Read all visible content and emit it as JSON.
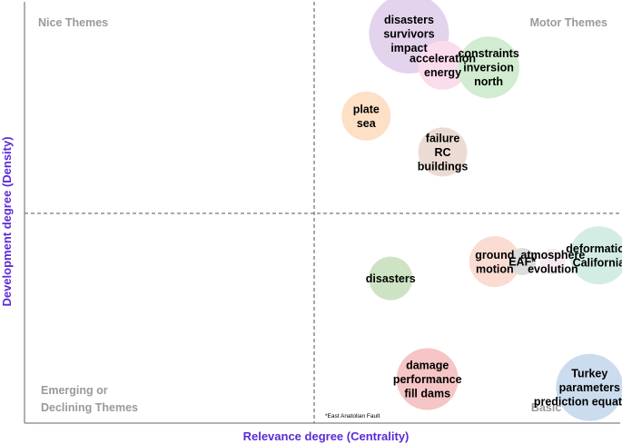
{
  "chart_data": {
    "type": "scatter",
    "title": "",
    "xlabel": "Relevance degree (Centrality)",
    "ylabel": "Development degree (Density)",
    "quadrants": {
      "top_left": [
        "Nice Themes"
      ],
      "top_right": [
        "Motor Themes"
      ],
      "bottom_left": [
        "Emerging or",
        "Declining Themes"
      ],
      "bottom_right": [
        "Basic Themes"
      ]
    },
    "footnote": "*East Anatolian Fault",
    "grid": false,
    "divider_lines": "dashed",
    "points": [
      {
        "labels": [
          "disasters",
          "survivors",
          "impact"
        ],
        "x": 0.31,
        "y": 0.85,
        "size": 44,
        "color": "#e3d3ec"
      },
      {
        "labels": [
          "acceleration",
          "energy"
        ],
        "x": 0.42,
        "y": 0.7,
        "size": 27,
        "color": "#fbdcec"
      },
      {
        "labels": [
          "constraints",
          "inversion",
          "north"
        ],
        "x": 0.57,
        "y": 0.69,
        "size": 34,
        "color": "#d1ecd0"
      },
      {
        "labels": [
          "plate",
          "sea"
        ],
        "x": 0.17,
        "y": 0.46,
        "size": 27,
        "color": "#fde0c6"
      },
      {
        "labels": [
          "failure",
          "RC",
          "buildings"
        ],
        "x": 0.42,
        "y": 0.29,
        "size": 27,
        "color": "#ecdbd4"
      },
      {
        "labels": [
          "disasters"
        ],
        "x": 0.25,
        "y": -0.31,
        "size": 24,
        "color": "#cde3c3"
      },
      {
        "labels": [
          "ground",
          "motion"
        ],
        "x": 0.59,
        "y": -0.23,
        "size": 28,
        "color": "#fbdcd2"
      },
      {
        "labels": [
          "EAF*"
        ],
        "x": 0.68,
        "y": -0.23,
        "size": 15,
        "color": "#dcdcdc"
      },
      {
        "labels": [
          "atmosphere",
          "evolution"
        ],
        "x": 0.78,
        "y": -0.23,
        "size": 14,
        "color": "#f7e9f1"
      },
      {
        "labels": [
          "deformation",
          "California"
        ],
        "x": 0.93,
        "y": -0.2,
        "size": 32,
        "color": "#d3ede4"
      },
      {
        "labels": [
          "damage",
          "performance",
          "fill dams"
        ],
        "x": 0.37,
        "y": -0.79,
        "size": 34,
        "color": "#f6c5c5"
      },
      {
        "labels": [
          "Turkey",
          "parameters",
          "prediction equations"
        ],
        "x": 0.9,
        "y": -0.83,
        "size": 37,
        "color": "#cbdcee"
      }
    ]
  }
}
